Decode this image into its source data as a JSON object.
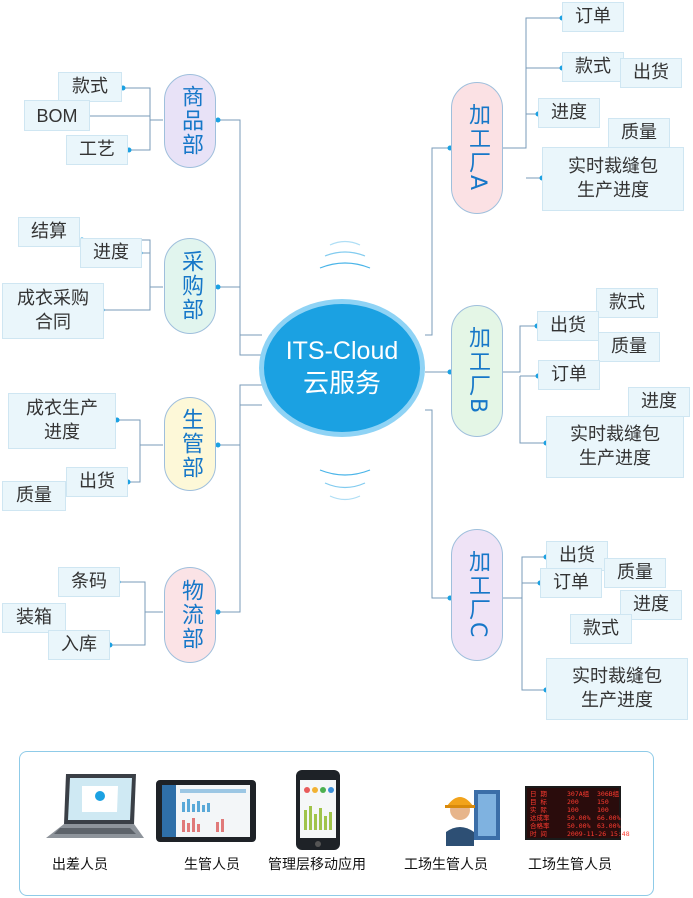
{
  "hub": {
    "line1": "ITS-Cloud",
    "line2": "云服务"
  },
  "departments": [
    {
      "key": "shangpin",
      "label": "商品部",
      "color": "#e8e2f7",
      "leaves": [
        "款式",
        "BOM",
        "工艺"
      ]
    },
    {
      "key": "caigou",
      "label": "采购部",
      "color": "#e1f5ee",
      "leaves": [
        "结算",
        "进度",
        "成衣采购合同"
      ]
    },
    {
      "key": "shengguan",
      "label": "生管部",
      "color": "#fdf8d8",
      "leaves": [
        "成衣生产进度",
        "出货",
        "质量"
      ]
    },
    {
      "key": "wuliu",
      "label": "物流部",
      "color": "#fbe3e6",
      "leaves": [
        "条码",
        "装箱",
        "入库"
      ]
    }
  ],
  "factories": [
    {
      "key": "a",
      "label": "加工厂A",
      "color": "#fbe1e4",
      "leaves": [
        "订单",
        "款式",
        "出货",
        "进度",
        "质量",
        "实时裁缝包生产进度"
      ]
    },
    {
      "key": "b",
      "label": "加工厂B",
      "color": "#e4f6e6",
      "leaves": [
        "款式",
        "出货",
        "质量",
        "订单",
        "进度",
        "实时裁缝包生产进度"
      ]
    },
    {
      "key": "c",
      "label": "加工厂C",
      "color": "#efe3f6",
      "leaves": [
        "出货",
        "质量",
        "订单",
        "进度",
        "款式",
        "实时裁缝包生产进度"
      ]
    }
  ],
  "devices": [
    {
      "name": "laptop",
      "label": "出差人员"
    },
    {
      "name": "tablet",
      "label": "生管人员"
    },
    {
      "name": "phone",
      "label": "管理层移动应用"
    },
    {
      "name": "worker",
      "label": "工场生管人员"
    },
    {
      "name": "led-board",
      "label": "工场生管人员"
    }
  ],
  "led_board": {
    "rows": [
      [
        "日 期",
        "307A组",
        "306B组"
      ],
      [
        "目 标",
        "200",
        "150"
      ],
      [
        "实 际",
        "100",
        "100"
      ],
      [
        "达成率",
        "50.00%",
        "66.00%"
      ],
      [
        "合格率",
        "50.00%",
        "63.00%"
      ],
      [
        "时 间",
        "2009-11-26 15:48",
        ""
      ]
    ]
  },
  "colors": {
    "accent": "#1ba1e2",
    "line": "#7a9bb8",
    "text_blue": "#1677c8"
  }
}
